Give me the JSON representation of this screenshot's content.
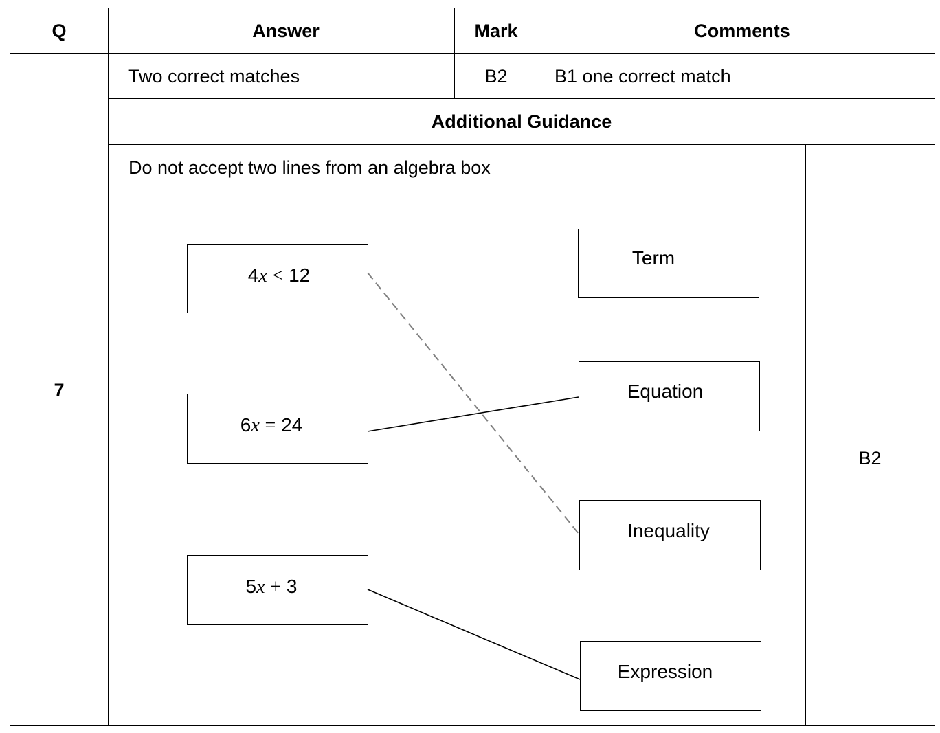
{
  "table": {
    "headers": {
      "q": "Q",
      "answer": "Answer",
      "mark": "Mark",
      "comments": "Comments"
    },
    "question_number": "7",
    "answer_text": "Two correct matches",
    "mark_value": "B2",
    "comment_text": "B1 one correct match",
    "additional_guidance_title": "Additional Guidance",
    "guidance_note": "Do not accept two lines from an algebra box",
    "guidance_mark": "B2"
  },
  "matching": {
    "left_boxes": [
      {
        "coef": "4",
        "var": "x",
        "op": "<",
        "rest": "12"
      },
      {
        "coef": "6",
        "var": "x",
        "op": "=",
        "rest": "24"
      },
      {
        "coef": "5",
        "var": "x",
        "op": "+",
        "rest": "3"
      }
    ],
    "right_boxes": [
      "Term",
      "Equation",
      "Inequality",
      "Expression"
    ],
    "connections": [
      {
        "from": "4x < 12",
        "to": "Inequality",
        "style": "dashed"
      },
      {
        "from": "6x = 24",
        "to": "Equation",
        "style": "solid"
      },
      {
        "from": "5x + 3",
        "to": "Expression",
        "style": "solid"
      }
    ]
  }
}
